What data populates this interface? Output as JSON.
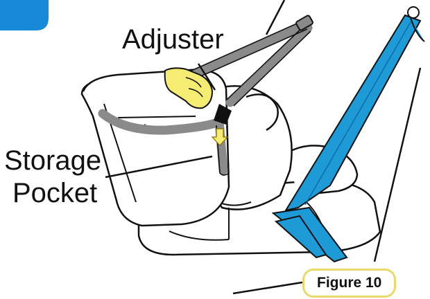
{
  "labels": {
    "adjuster": "Adjuster",
    "storage_line1": "Storage",
    "storage_line2": "Pocket",
    "figure": "Figure 10"
  },
  "colors": {
    "belt_blue": "#1e9ad6",
    "strap_gray": "#8a8a8a",
    "hand_yellow": "#f4ec73",
    "corner_blue": "#1689d8",
    "callout_border": "#e9d96a"
  },
  "icons": {
    "hand": "hand-icon",
    "arrow": "down-arrow-icon"
  }
}
